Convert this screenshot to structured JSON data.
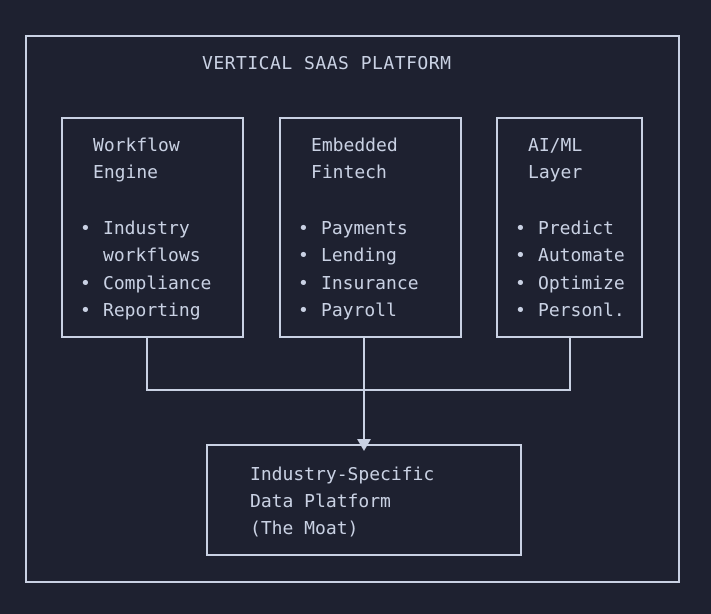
{
  "diagram": {
    "title": "VERTICAL SAAS PLATFORM",
    "boxes": {
      "workflow": {
        "title": "Workflow\nEngine",
        "items": [
          "Industry\nworkflows",
          "Compliance",
          "Reporting"
        ]
      },
      "fintech": {
        "title": "Embedded\nFintech",
        "items": [
          "Payments",
          "Lending",
          "Insurance",
          "Payroll"
        ]
      },
      "aiml": {
        "title": "AI/ML\nLayer",
        "items": [
          "Predict",
          "Automate",
          "Optimize",
          "Personl."
        ]
      },
      "data": {
        "title": "Industry-Specific\nData Platform\n(The Moat)"
      }
    },
    "bullet": "•",
    "colors": {
      "background": "#1e2130",
      "foreground": "#c9d1e3"
    }
  }
}
